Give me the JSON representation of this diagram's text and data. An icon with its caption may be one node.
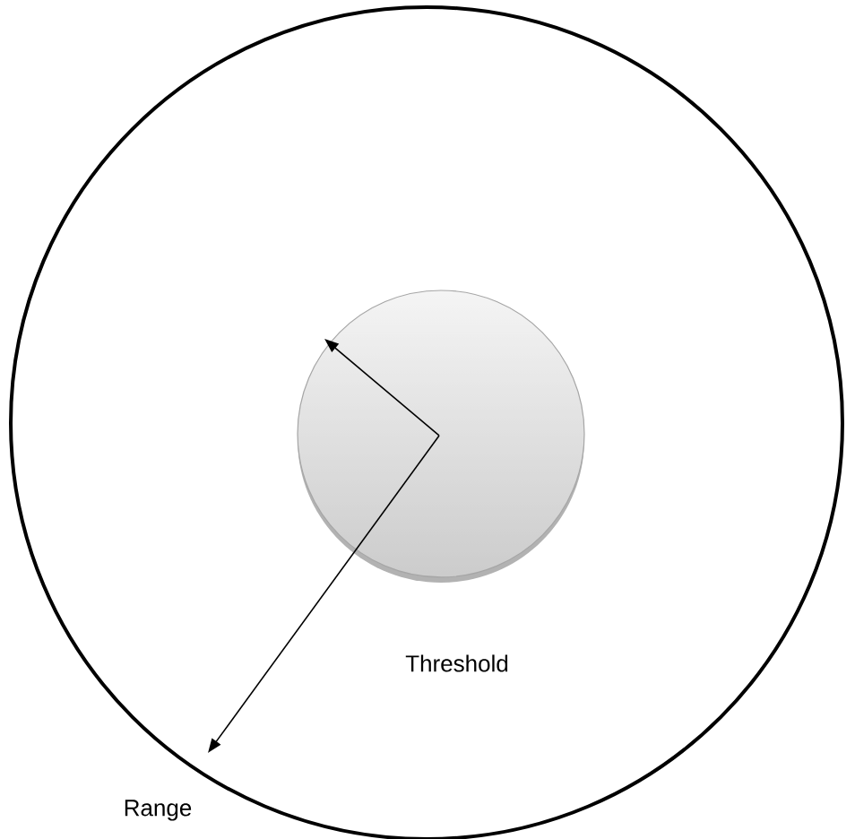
{
  "diagram": {
    "nodes": [
      {
        "text": [
          "Range"
        ]
      },
      {
        "text": [
          "Threshold"
        ],
        "in": 0
      }
    ]
  }
}
